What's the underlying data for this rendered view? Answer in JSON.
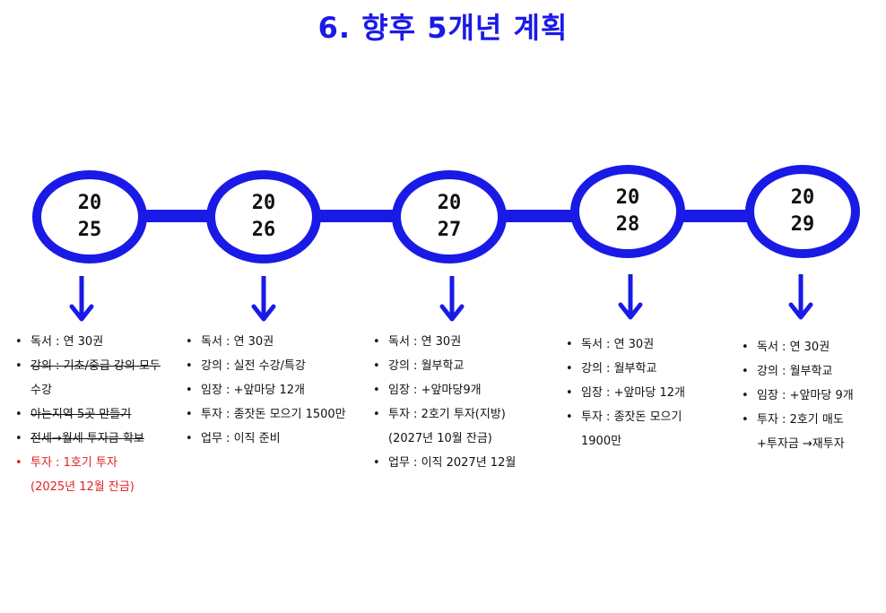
{
  "title": "6. 향후 5개년 계획",
  "colors": {
    "accent": "#1a1ae6",
    "highlight": "#e02020"
  },
  "years": [
    {
      "top": "20",
      "bottom": "25"
    },
    {
      "top": "20",
      "bottom": "26"
    },
    {
      "top": "20",
      "bottom": "27"
    },
    {
      "top": "20",
      "bottom": "28"
    },
    {
      "top": "20",
      "bottom": "29"
    }
  ],
  "plans": [
    [
      {
        "text": "독서 : 연 30권"
      },
      {
        "text": "강의 : 기초/중급 강의 모두",
        "struck": true
      },
      {
        "text": "수강",
        "cont": true
      },
      {
        "text": "아는지역 5곳 만들기",
        "struck": true
      },
      {
        "text": "전세→월세 투자금 확보",
        "struck": true
      },
      {
        "text": "투자 : 1호기 투자",
        "red": true
      },
      {
        "text": "(2025년 12월 잔금)",
        "red": true,
        "cont": true
      }
    ],
    [
      {
        "text": "독서 : 연 30권"
      },
      {
        "text": "강의 : 실전 수강/특강"
      },
      {
        "text": "임장 : +앞마당 12개"
      },
      {
        "text": "투자 : 종잣돈 모으기 1500만"
      },
      {
        "text": "업무 : 이직 준비"
      }
    ],
    [
      {
        "text": "독서 : 연 30권"
      },
      {
        "text": "강의 : 월부학교"
      },
      {
        "text": "임장 : +앞마당9개"
      },
      {
        "text": "투자 : 2호기 투자(지방)"
      },
      {
        "text": "(2027년 10월 잔금)",
        "cont": true
      },
      {
        "text": "업무 : 이직 2027년 12월"
      }
    ],
    [
      {
        "text": "독서 : 연 30권"
      },
      {
        "text": "강의 : 월부학교"
      },
      {
        "text": "임장 : +앞마당 12개"
      },
      {
        "text": "투자 : 종잣돈 모으기"
      },
      {
        "text": "1900만",
        "cont": true
      }
    ],
    [
      {
        "text": "독서 : 연 30권"
      },
      {
        "text": "강의 : 월부학교"
      },
      {
        "text": "임장 : +앞마당 9개"
      },
      {
        "text": "투자 : 2호기 매도"
      },
      {
        "text": "+투자금 →재투자",
        "cont": true
      }
    ]
  ]
}
